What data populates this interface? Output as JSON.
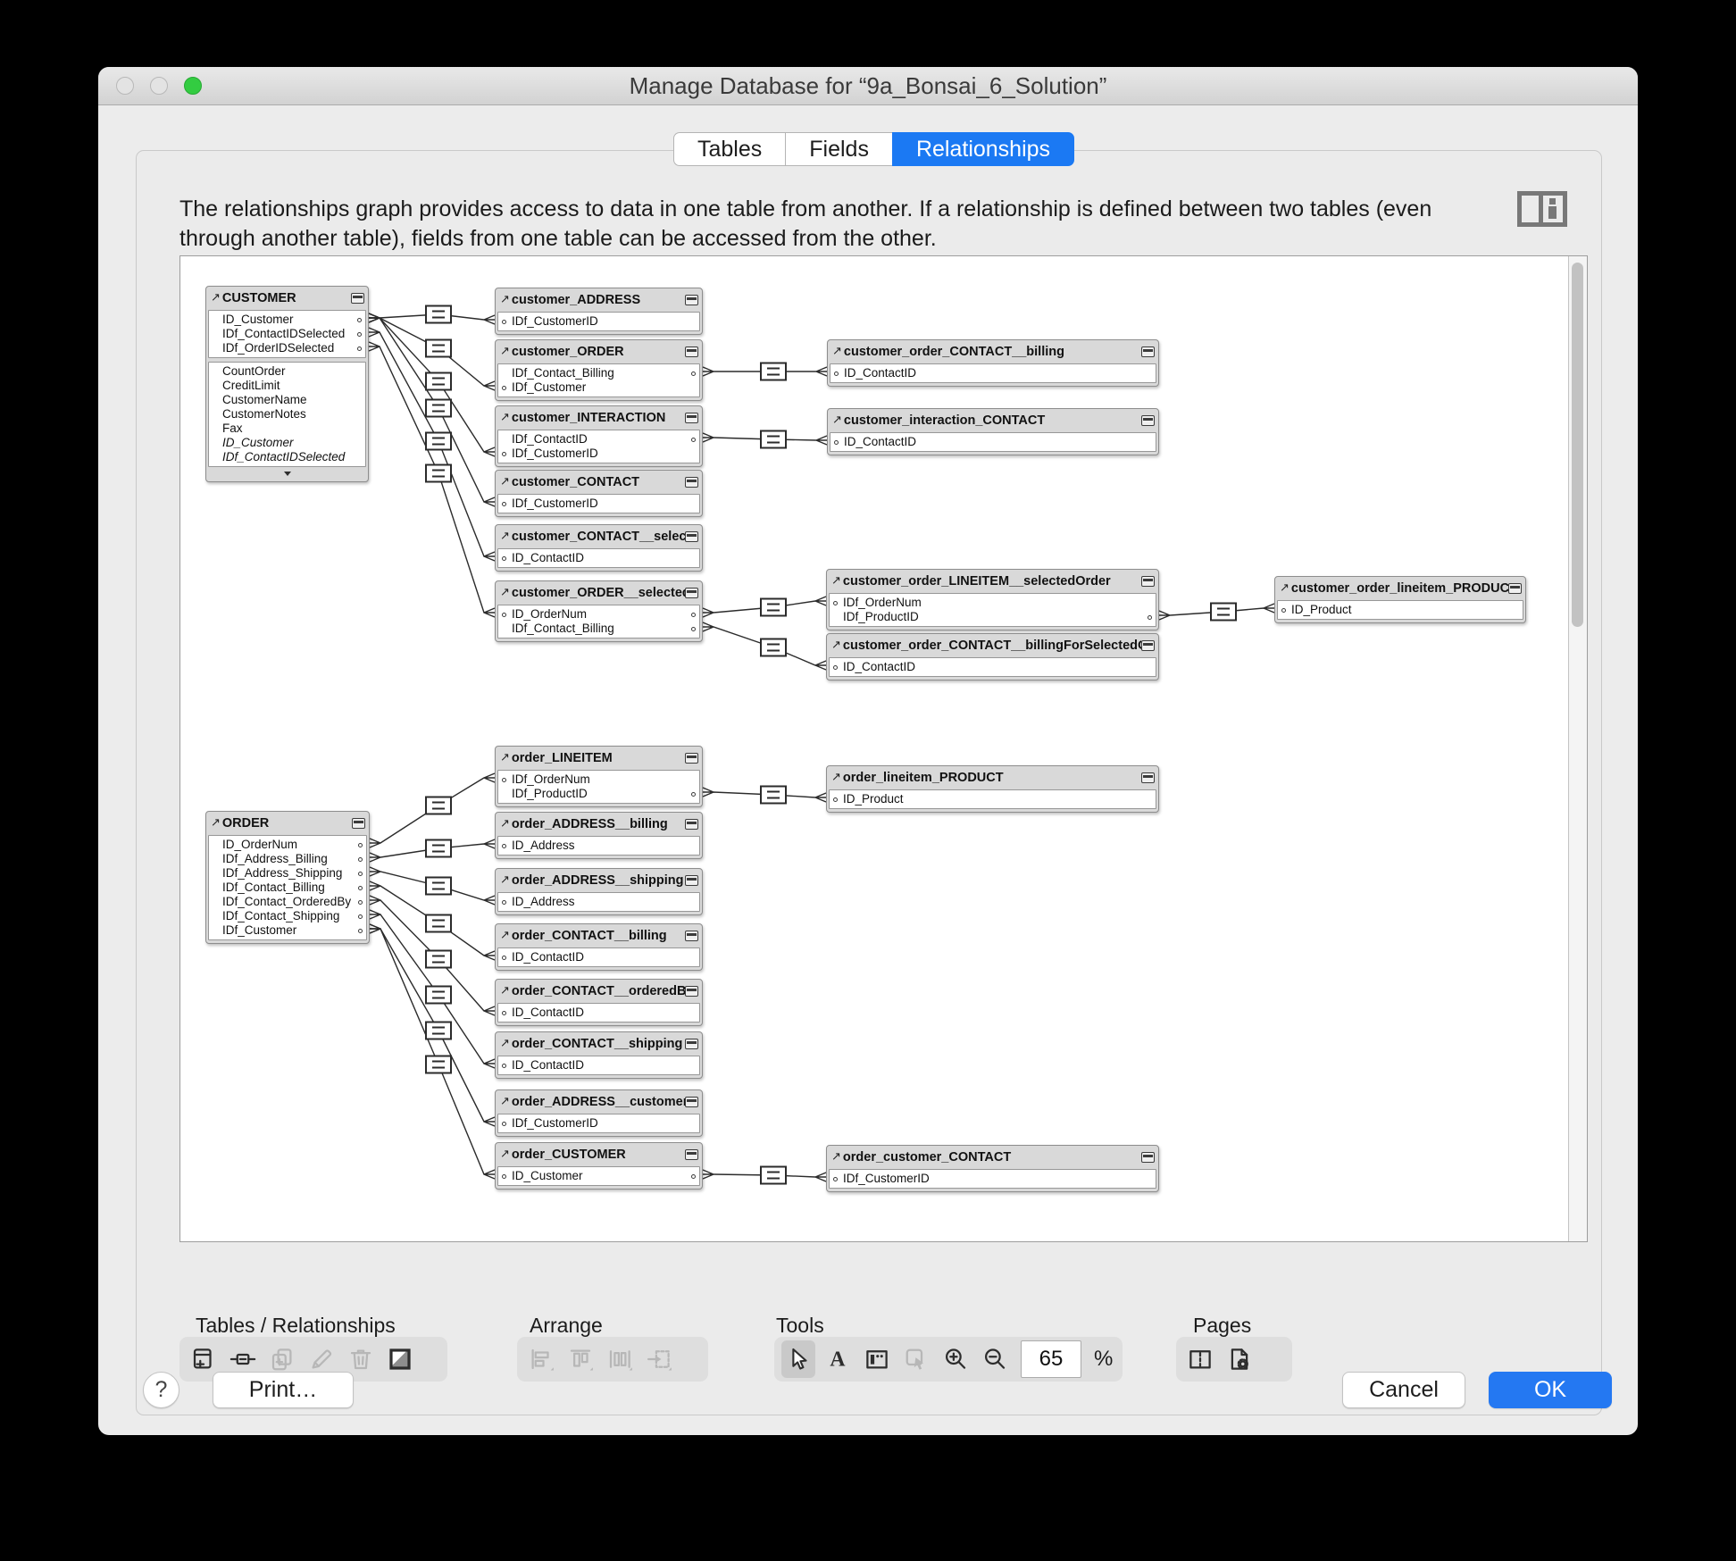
{
  "window": {
    "title": "Manage Database for “9a_Bonsai_6_Solution”"
  },
  "tabs": [
    {
      "label": "Tables",
      "active": false
    },
    {
      "label": "Fields",
      "active": false
    },
    {
      "label": "Relationships",
      "active": true
    }
  ],
  "description": "The relationships graph provides access to data in one table from another. If a relationship is defined between two tables (even through another table), fields from one table can be accessed from the other.",
  "graph": {
    "tables": [
      {
        "name": "CUSTOMER",
        "fields": [
          {
            "name": "ID_Customer",
            "dot": "right"
          },
          {
            "name": "IDf_ContactIDSelected",
            "dot": "right"
          },
          {
            "name": "IDf_OrderIDSelected",
            "dot": "right"
          }
        ],
        "extraFields": [
          {
            "name": "CountOrder"
          },
          {
            "name": "CreditLimit"
          },
          {
            "name": "CustomerName"
          },
          {
            "name": "CustomerNotes"
          },
          {
            "name": "Fax"
          },
          {
            "name": "ID_Customer",
            "italic": true
          },
          {
            "name": "IDf_ContactIDSelected",
            "italic": true
          }
        ],
        "scrollArrow": true
      },
      {
        "name": "customer_ADDRESS",
        "fields": [
          {
            "name": "IDf_CustomerID",
            "dot": "left"
          }
        ]
      },
      {
        "name": "customer_ORDER",
        "fields": [
          {
            "name": "IDf_Contact_Billing",
            "dot": "right"
          },
          {
            "name": "IDf_Customer",
            "dot": "left"
          }
        ]
      },
      {
        "name": "customer_INTERACTION",
        "fields": [
          {
            "name": "IDf_ContactID",
            "dot": "right"
          },
          {
            "name": "IDf_CustomerID",
            "dot": "left"
          }
        ]
      },
      {
        "name": "customer_CONTACT",
        "fields": [
          {
            "name": "IDf_CustomerID",
            "dot": "left"
          }
        ]
      },
      {
        "name": "customer_CONTACT__selected",
        "fields": [
          {
            "name": "ID_ContactID",
            "dot": "left"
          }
        ]
      },
      {
        "name": "customer_ORDER__selected",
        "fields": [
          {
            "name": "ID_OrderNum",
            "dot": "both"
          },
          {
            "name": "IDf_Contact_Billing",
            "dot": "right"
          }
        ]
      },
      {
        "name": "customer_order_CONTACT__billing",
        "fields": [
          {
            "name": "ID_ContactID",
            "dot": "left"
          }
        ]
      },
      {
        "name": "customer_interaction_CONTACT",
        "fields": [
          {
            "name": "ID_ContactID",
            "dot": "left"
          }
        ]
      },
      {
        "name": "customer_order_LINEITEM__selectedOrder",
        "fields": [
          {
            "name": "IDf_OrderNum",
            "dot": "left"
          },
          {
            "name": "IDf_ProductID",
            "dot": "right"
          }
        ]
      },
      {
        "name": "customer_order_CONTACT__billingForSelectedOrder",
        "fields": [
          {
            "name": "ID_ContactID",
            "dot": "left"
          }
        ]
      },
      {
        "name": "customer_order_lineitem_PRODUCT",
        "fields": [
          {
            "name": "ID_Product",
            "dot": "left"
          }
        ]
      },
      {
        "name": "ORDER",
        "fields": [
          {
            "name": "ID_OrderNum",
            "dot": "right"
          },
          {
            "name": "IDf_Address_Billing",
            "dot": "right"
          },
          {
            "name": "IDf_Address_Shipping",
            "dot": "right"
          },
          {
            "name": "IDf_Contact_Billing",
            "dot": "right"
          },
          {
            "name": "IDf_Contact_OrderedBy",
            "dot": "right"
          },
          {
            "name": "IDf_Contact_Shipping",
            "dot": "right"
          },
          {
            "name": "IDf_Customer",
            "dot": "right"
          }
        ]
      },
      {
        "name": "order_LINEITEM",
        "fields": [
          {
            "name": "IDf_OrderNum",
            "dot": "left"
          },
          {
            "name": "IDf_ProductID",
            "dot": "right"
          }
        ]
      },
      {
        "name": "order_ADDRESS__billing",
        "fields": [
          {
            "name": "ID_Address",
            "dot": "left"
          }
        ]
      },
      {
        "name": "order_ADDRESS__shipping",
        "fields": [
          {
            "name": "ID_Address",
            "dot": "left"
          }
        ]
      },
      {
        "name": "order_CONTACT__billing",
        "fields": [
          {
            "name": "ID_ContactID",
            "dot": "left"
          }
        ]
      },
      {
        "name": "order_CONTACT__orderedBy",
        "fields": [
          {
            "name": "ID_ContactID",
            "dot": "left"
          }
        ]
      },
      {
        "name": "order_CONTACT__shipping",
        "fields": [
          {
            "name": "ID_ContactID",
            "dot": "left"
          }
        ]
      },
      {
        "name": "order_ADDRESS__customer",
        "fields": [
          {
            "name": "IDf_CustomerID",
            "dot": "left"
          }
        ]
      },
      {
        "name": "order_CUSTOMER",
        "fields": [
          {
            "name": "ID_Customer",
            "dot": "both"
          }
        ]
      },
      {
        "name": "order_lineitem_PRODUCT",
        "fields": [
          {
            "name": "ID_Product",
            "dot": "left"
          }
        ]
      },
      {
        "name": "order_customer_CONTACT",
        "fields": [
          {
            "name": "IDf_CustomerID",
            "dot": "left"
          }
        ]
      }
    ],
    "relationships": [
      {
        "from": "CUSTOMER",
        "fromField": "ID_Customer",
        "to": "customer_ADDRESS",
        "toField": "IDf_CustomerID"
      },
      {
        "from": "CUSTOMER",
        "fromField": "ID_Customer",
        "to": "customer_ORDER",
        "toField": "IDf_Customer"
      },
      {
        "from": "CUSTOMER",
        "fromField": "ID_Customer",
        "to": "customer_INTERACTION",
        "toField": "IDf_CustomerID"
      },
      {
        "from": "CUSTOMER",
        "fromField": "ID_Customer",
        "to": "customer_CONTACT",
        "toField": "IDf_CustomerID"
      },
      {
        "from": "CUSTOMER",
        "fromField": "IDf_ContactIDSelected",
        "to": "customer_CONTACT__selected",
        "toField": "ID_ContactID"
      },
      {
        "from": "CUSTOMER",
        "fromField": "IDf_OrderIDSelected",
        "to": "customer_ORDER__selected",
        "toField": "ID_OrderNum"
      },
      {
        "from": "customer_ORDER",
        "fromField": "IDf_Contact_Billing",
        "to": "customer_order_CONTACT__billing",
        "toField": "ID_ContactID"
      },
      {
        "from": "customer_INTERACTION",
        "fromField": "IDf_ContactID",
        "to": "customer_interaction_CONTACT",
        "toField": "ID_ContactID"
      },
      {
        "from": "customer_ORDER__selected",
        "fromField": "ID_OrderNum",
        "to": "customer_order_LINEITEM__selectedOrder",
        "toField": "IDf_OrderNum"
      },
      {
        "from": "customer_ORDER__selected",
        "fromField": "IDf_Contact_Billing",
        "to": "customer_order_CONTACT__billingForSelectedOrder",
        "toField": "ID_ContactID"
      },
      {
        "from": "customer_order_LINEITEM__selectedOrder",
        "fromField": "IDf_ProductID",
        "to": "customer_order_lineitem_PRODUCT",
        "toField": "ID_Product"
      },
      {
        "from": "ORDER",
        "fromField": "ID_OrderNum",
        "to": "order_LINEITEM",
        "toField": "IDf_OrderNum"
      },
      {
        "from": "ORDER",
        "fromField": "IDf_Address_Billing",
        "to": "order_ADDRESS__billing",
        "toField": "ID_Address"
      },
      {
        "from": "ORDER",
        "fromField": "IDf_Address_Shipping",
        "to": "order_ADDRESS__shipping",
        "toField": "ID_Address"
      },
      {
        "from": "ORDER",
        "fromField": "IDf_Contact_Billing",
        "to": "order_CONTACT__billing",
        "toField": "ID_ContactID"
      },
      {
        "from": "ORDER",
        "fromField": "IDf_Contact_OrderedBy",
        "to": "order_CONTACT__orderedBy",
        "toField": "ID_ContactID"
      },
      {
        "from": "ORDER",
        "fromField": "IDf_Contact_Shipping",
        "to": "order_CONTACT__shipping",
        "toField": "ID_ContactID"
      },
      {
        "from": "ORDER",
        "fromField": "IDf_Customer",
        "to": "order_ADDRESS__customer",
        "toField": "IDf_CustomerID"
      },
      {
        "from": "ORDER",
        "fromField": "IDf_Customer",
        "to": "order_CUSTOMER",
        "toField": "ID_Customer"
      },
      {
        "from": "order_LINEITEM",
        "fromField": "IDf_ProductID",
        "to": "order_lineitem_PRODUCT",
        "toField": "ID_Product"
      },
      {
        "from": "order_CUSTOMER",
        "fromField": "ID_Customer",
        "to": "order_customer_CONTACT",
        "toField": "IDf_CustomerID"
      }
    ]
  },
  "toolbar": {
    "sections": [
      {
        "title": "Tables / Relationships",
        "icons": [
          {
            "name": "add-table-icon",
            "enabled": true
          },
          {
            "name": "add-relationship-icon",
            "enabled": true
          },
          {
            "name": "duplicate-icon",
            "enabled": false
          },
          {
            "name": "edit-icon",
            "enabled": false
          },
          {
            "name": "delete-icon",
            "enabled": false
          },
          {
            "name": "color-swatch-icon",
            "enabled": true
          }
        ]
      },
      {
        "title": "Arrange",
        "icons": [
          {
            "name": "align-left-icon",
            "enabled": false
          },
          {
            "name": "align-top-icon",
            "enabled": false
          },
          {
            "name": "distribute-icon",
            "enabled": false
          },
          {
            "name": "resize-icon",
            "enabled": false
          }
        ]
      },
      {
        "title": "Tools",
        "icons": [
          {
            "name": "cursor-icon",
            "enabled": true,
            "selected": true
          },
          {
            "name": "text-tool-icon",
            "enabled": true
          },
          {
            "name": "notes-tool-icon",
            "enabled": true
          },
          {
            "name": "select-tool-icon",
            "enabled": false
          },
          {
            "name": "zoom-in-icon",
            "enabled": true
          },
          {
            "name": "zoom-out-icon",
            "enabled": true
          }
        ],
        "zoom_value": "65",
        "zoom_unit": "%"
      },
      {
        "title": "Pages",
        "icons": [
          {
            "name": "page-break-icon",
            "enabled": true
          },
          {
            "name": "page-setup-icon",
            "enabled": true
          }
        ]
      }
    ]
  },
  "footer": {
    "help_label": "?",
    "print_label": "Print…",
    "cancel_label": "Cancel",
    "ok_label": "OK"
  },
  "colors": {
    "accent_blue": "#1b79f3",
    "ok_blue": "#2478f2",
    "traffic_green": "#33cc41",
    "canvas_line": "#2b2b2b"
  }
}
